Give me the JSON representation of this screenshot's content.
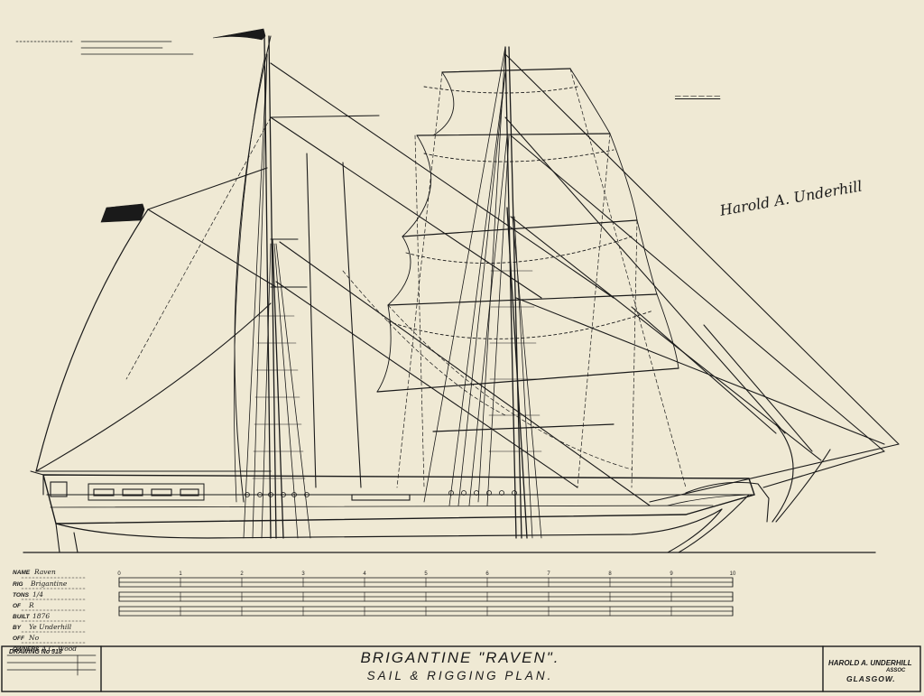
{
  "title_block": {
    "title": "BRIGANTINE \"RAVEN\".",
    "subtitle": "SAIL & RIGGING PLAN.",
    "firm_line1": "HAROLD A. UNDERHILL",
    "firm_line2": "ASSOC",
    "firm_city": "GLASGOW.",
    "drawing_no": "DRAWING No 518"
  },
  "details": [
    {
      "label": "NAME",
      "value": "Raven"
    },
    {
      "label": "RIG",
      "value": "Brigantine"
    },
    {
      "label": "TONS",
      "value": "1/4"
    },
    {
      "label": "OF",
      "value": "R"
    },
    {
      "label": "BUILT",
      "value": "1876"
    },
    {
      "label": "BY",
      "value": "Ye Underhill"
    },
    {
      "label": "OFF",
      "value": "No"
    },
    {
      "label": "OWNERS",
      "value": "A.C. Wood"
    }
  ],
  "signature": "Harold A. Underhill",
  "scales": {
    "ticks": [
      "0",
      "1",
      "2",
      "3",
      "4",
      "5",
      "6",
      "7",
      "8",
      "9",
      "10"
    ]
  }
}
